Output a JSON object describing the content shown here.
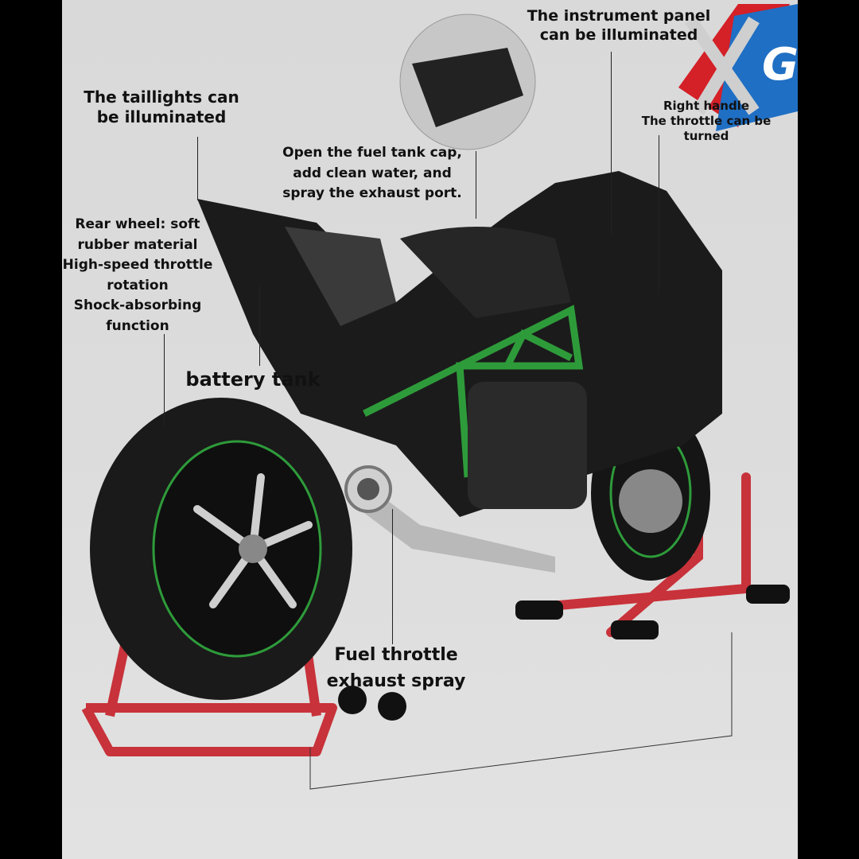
{
  "brand": {
    "logo_text": "XGT",
    "red": "#d42027",
    "blue": "#1f6fc4"
  },
  "annotations": {
    "instrument_panel": "The instrument panel\ncan be illuminated",
    "taillights": "The taillights can\nbe illuminated",
    "right_handle": "Right handle\nThe throttle can be\nturned",
    "fuel_tank": "Open the fuel tank cap,\nadd clean water, and\nspray the exhaust port.",
    "rear_wheel": "Rear wheel: soft\nrubber material\nHigh-speed throttle\nrotation\nShock-absorbing\nfunction",
    "battery": "battery tank",
    "exhaust": "Fuel throttle\nexhaust spray"
  },
  "colors": {
    "frame_green": "#2e9b3a",
    "stand_red": "#c8323a",
    "body_black": "#1b1b1b"
  }
}
